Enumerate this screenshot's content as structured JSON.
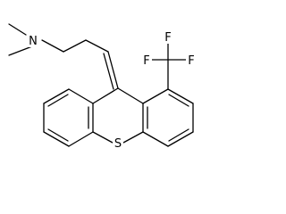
{
  "molecule": {
    "atoms": {
      "N": "N",
      "S": "S",
      "F1": "F",
      "F2": "F",
      "F3": "F"
    }
  }
}
